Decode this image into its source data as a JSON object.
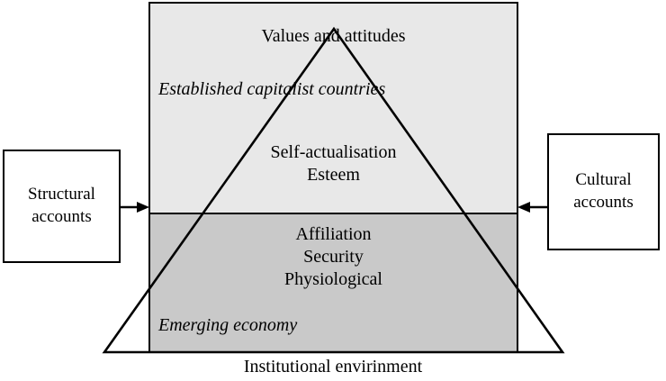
{
  "diagram": {
    "caption": "Institutional envirinment",
    "center": {
      "apex_label": "Values and attitudes",
      "upper_region_label": "Established capitalist countries",
      "upper_region_label_line1": "Established",
      "upper_region_label_line2": "capitalist countries",
      "upper_needs": [
        "Self-actualisation",
        "Esteem"
      ],
      "lower_needs": [
        "Affiliation",
        "Security",
        "Physiological"
      ],
      "lower_region_label": "Emerging economy"
    },
    "left_box": {
      "line1": "Structural",
      "line2": "accounts"
    },
    "right_box": {
      "line1": "Cultural",
      "line2": "accounts"
    },
    "arrows": {
      "left_arrow_direction": "right",
      "right_arrow_direction": "left"
    },
    "colors": {
      "upper_band": "#e8e8e8",
      "lower_band": "#c9c9c9",
      "stroke": "#000000",
      "box_fill": "#ffffff",
      "page_background": "#ffffff"
    }
  }
}
